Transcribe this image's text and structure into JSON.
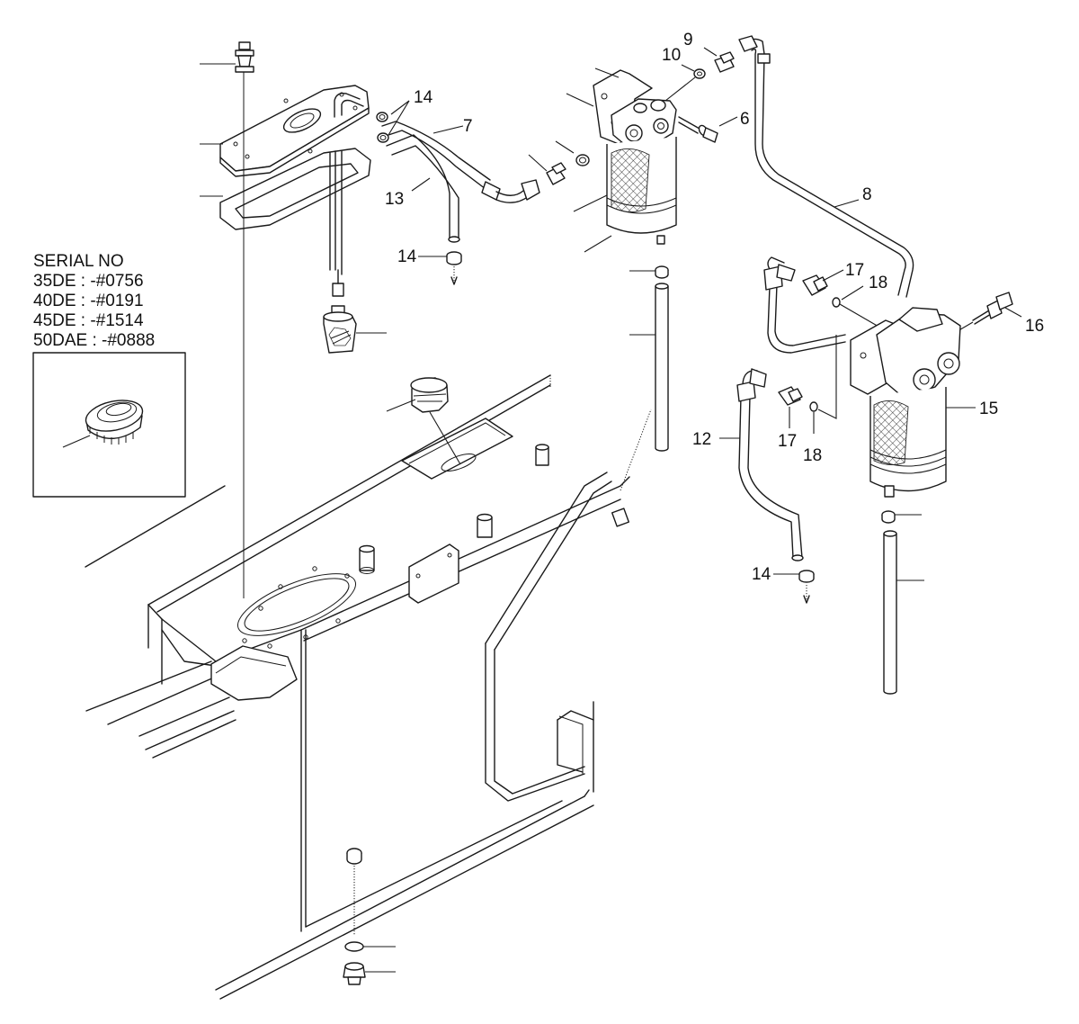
{
  "serial": {
    "heading": "SERIAL NO",
    "lines": [
      "35DE : -#0756",
      "40DE : -#0191",
      "45DE : -#1514",
      "50DAE : -#0888"
    ]
  },
  "callouts": {
    "c6": "6",
    "c7": "7",
    "c8": "8",
    "c9": "9",
    "c10": "10",
    "c12": "12",
    "c13": "13",
    "c14a": "14",
    "c14b": "14",
    "c14c": "14",
    "c15": "15",
    "c16": "16",
    "c17a": "17",
    "c17b": "17",
    "c18a": "18",
    "c18b": "18"
  }
}
